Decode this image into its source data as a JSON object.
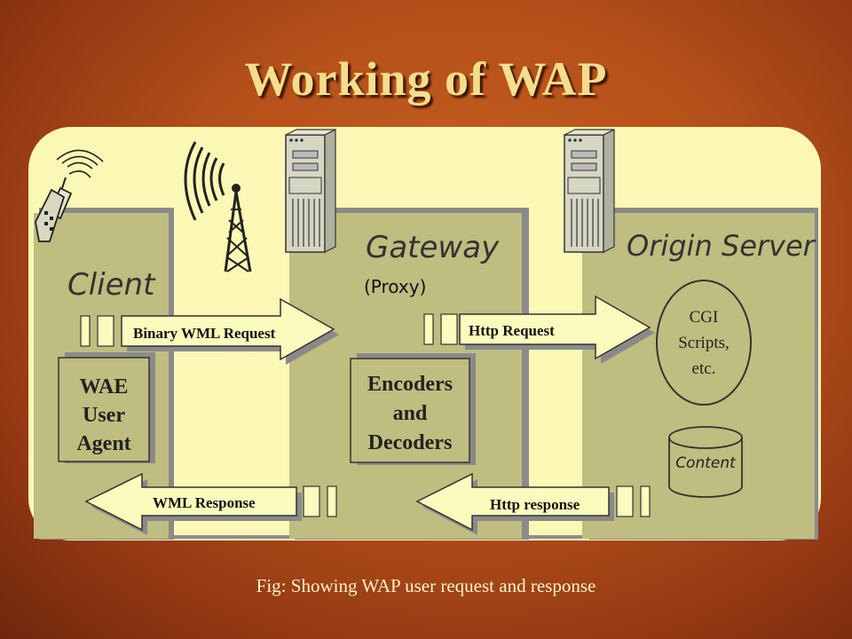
{
  "slide": {
    "title": "Working of WAP",
    "caption": "Fig: Showing WAP user  request and response"
  },
  "diagram": {
    "panels": {
      "client": "Client",
      "gateway": "Gateway",
      "gateway_sub": "(Proxy)",
      "origin": "Origin Server"
    },
    "boxes": {
      "wae": [
        "WAE",
        "User",
        "Agent"
      ],
      "encoders": [
        "Encoders",
        "and",
        "Decoders"
      ],
      "cgi": [
        "CGI",
        "Scripts,",
        "etc."
      ],
      "content": "Content"
    },
    "arrows": {
      "binary_wml_request": "Binary WML  Request",
      "http_request": "Http Request",
      "wml_response": "WML Response",
      "http_response": "Http response"
    },
    "icons": [
      "mobile-phone-icon",
      "radio-tower-icon",
      "server-tower-icon"
    ],
    "colors": {
      "frame": "#fbf8b6",
      "panel": "#bfbd7f",
      "panel_shadow": "#8a8a8a",
      "arrow": "#fbfbbd",
      "title": "#f3de8c"
    }
  }
}
